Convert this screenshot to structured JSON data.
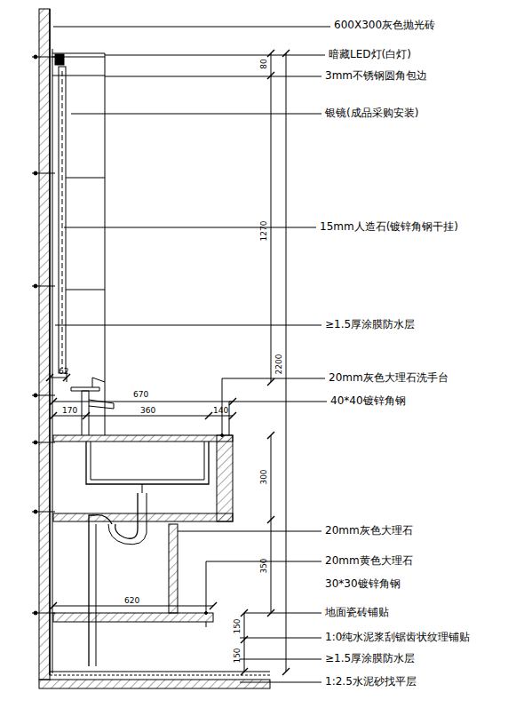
{
  "diagram": {
    "labels": [
      "600X300灰色抛光砖",
      "暗藏LED灯(白灯)",
      "3mm不锈钢圆角包边",
      "银镜(成品采购安装)",
      "15mm人造石(镀锌角钢干挂)",
      "≥1.5厚涂膜防水层",
      "20mm灰色大理石洗手台",
      "40*40镀锌角钢",
      "20mm灰色大理石",
      "20mm黄色大理石",
      "30*30镀锌角钢",
      "地面瓷砖铺贴",
      "1:0纯水泥浆刮锯齿状纹理铺贴",
      "≥1.5厚涂膜防水层",
      "1:2.5水泥砂找平层",
      "80",
      "1270",
      "2200",
      "62",
      "670",
      "170",
      "360",
      "140",
      "300",
      "350",
      "620",
      "150",
      "150"
    ]
  }
}
